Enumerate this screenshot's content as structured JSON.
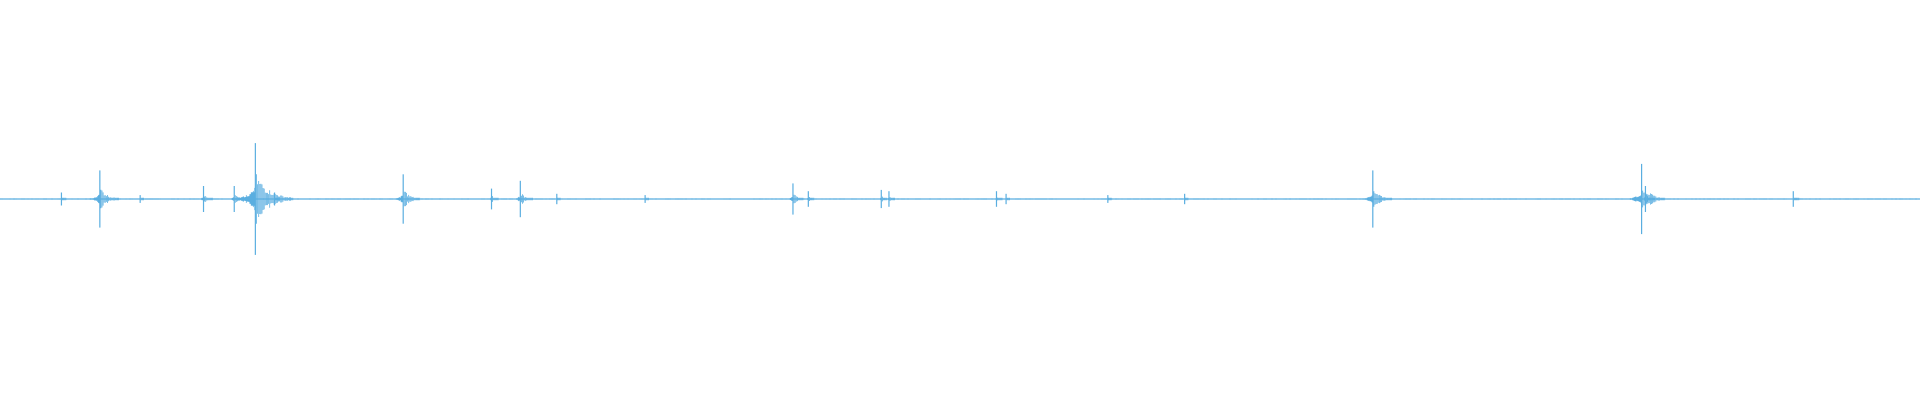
{
  "chart_data": {
    "type": "line",
    "subtype": "audio-waveform",
    "title": "",
    "xlabel": "",
    "ylabel": "",
    "x_range": [
      0,
      1
    ],
    "ylim": [
      -1,
      1
    ],
    "grid": false,
    "legend": "none",
    "series": [
      {
        "color": "#5aaee0",
        "baseline_amplitude": 0.006,
        "peaks": [
          {
            "x": 0.032,
            "amplitude": 0.05
          },
          {
            "x": 0.052,
            "amplitude": 0.22
          },
          {
            "x": 0.073,
            "amplitude": 0.03
          },
          {
            "x": 0.106,
            "amplitude": 0.1
          },
          {
            "x": 0.122,
            "amplitude": 0.1
          },
          {
            "x": 0.133,
            "amplitude": 0.43
          },
          {
            "x": 0.143,
            "amplitude": 0.05
          },
          {
            "x": 0.21,
            "amplitude": 0.19
          },
          {
            "x": 0.256,
            "amplitude": 0.08
          },
          {
            "x": 0.271,
            "amplitude": 0.14
          },
          {
            "x": 0.29,
            "amplitude": 0.04
          },
          {
            "x": 0.336,
            "amplitude": 0.03
          },
          {
            "x": 0.413,
            "amplitude": 0.12
          },
          {
            "x": 0.421,
            "amplitude": 0.06
          },
          {
            "x": 0.459,
            "amplitude": 0.07
          },
          {
            "x": 0.463,
            "amplitude": 0.06
          },
          {
            "x": 0.519,
            "amplitude": 0.06
          },
          {
            "x": 0.524,
            "amplitude": 0.04
          },
          {
            "x": 0.577,
            "amplitude": 0.03
          },
          {
            "x": 0.617,
            "amplitude": 0.04
          },
          {
            "x": 0.715,
            "amplitude": 0.22
          },
          {
            "x": 0.855,
            "amplitude": 0.27
          },
          {
            "x": 0.857,
            "amplitude": 0.1
          },
          {
            "x": 0.934,
            "amplitude": 0.06
          }
        ]
      }
    ]
  }
}
